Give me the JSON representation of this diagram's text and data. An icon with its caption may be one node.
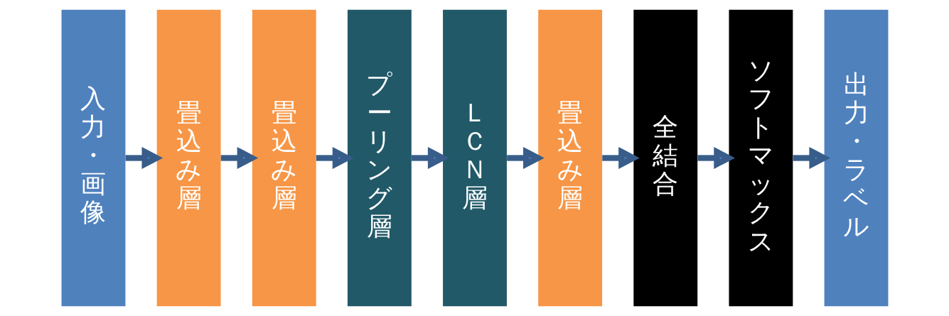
{
  "diagram": {
    "nodes": [
      {
        "text": [
          "入力・画像"
        ]
      },
      {
        "text": [
          "畳込み層"
        ]
      },
      {
        "text": [
          "畳込み層"
        ]
      },
      {
        "text": [
          "プーリング層"
        ]
      },
      {
        "text": [
          "ＬＣＮ層"
        ]
      },
      {
        "text": [
          "畳込み層"
        ]
      },
      {
        "text": [
          "全結合"
        ]
      },
      {
        "text": [
          "ソフトマックス"
        ]
      },
      {
        "text": [
          "出力・ラベル"
        ]
      }
    ],
    "edges": [
      {
        "from": 0,
        "to": 1,
        "arrow": "to"
      },
      {
        "from": 1,
        "to": 2,
        "arrow": "to"
      },
      {
        "from": 2,
        "to": 3,
        "arrow": "to"
      },
      {
        "from": 3,
        "to": 4,
        "arrow": "to"
      },
      {
        "from": 4,
        "to": 5,
        "arrow": "to"
      },
      {
        "from": 5,
        "to": 6,
        "arrow": "to"
      },
      {
        "from": 6,
        "to": 7,
        "arrow": "to"
      },
      {
        "from": 7,
        "to": 8,
        "arrow": "to"
      }
    ]
  }
}
